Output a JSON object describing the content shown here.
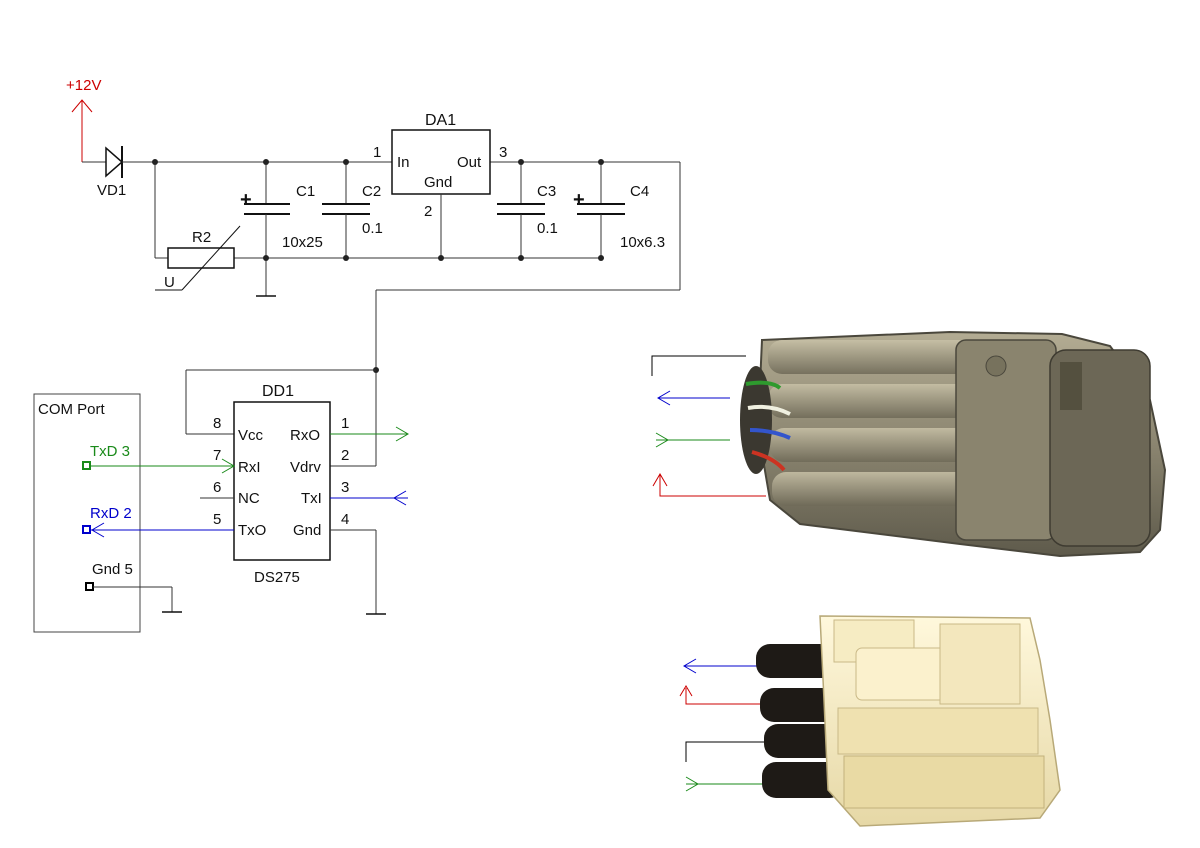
{
  "colors": {
    "wire": "#333333",
    "power": "#cc0000",
    "txd": "#1a8a1a",
    "rxd": "#0000cc",
    "gnd": "#000000"
  },
  "power": {
    "label": "+12V"
  },
  "diode": {
    "label": "VD1"
  },
  "resistor": {
    "label": "R2",
    "note": "U"
  },
  "capacitors": {
    "c1": {
      "label": "C1",
      "value": "10x25"
    },
    "c2": {
      "label": "C2",
      "value": "0.1"
    },
    "c3": {
      "label": "C3",
      "value": "0.1"
    },
    "c4": {
      "label": "C4",
      "value": "10x6.3"
    }
  },
  "regulator": {
    "label": "DA1",
    "pin_in": "In",
    "pin_out": "Out",
    "pin_gnd": "Gnd",
    "pin1": "1",
    "pin2": "2",
    "pin3": "3"
  },
  "driver": {
    "label": "DD1",
    "part": "DS275",
    "pins": {
      "vcc": "Vcc",
      "rxi": "RxI",
      "nc": "NC",
      "txo": "TxO",
      "rxo": "RxO",
      "vdrv": "Vdrv",
      "txi": "TxI",
      "gnd": "Gnd"
    },
    "nums": {
      "p8": "8",
      "p7": "7",
      "p6": "6",
      "p5": "5",
      "p1": "1",
      "p2": "2",
      "p3": "3",
      "p4": "4"
    }
  },
  "com_port": {
    "title": "COM Port",
    "txd": "TxD 3",
    "rxd": "RxD 2",
    "gnd": "Gnd 5"
  }
}
